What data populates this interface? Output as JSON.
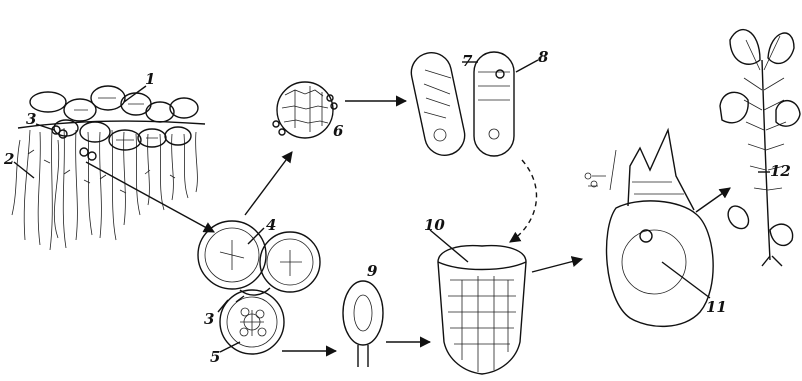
{
  "labels": {
    "l1": "1",
    "l2": "2",
    "l3a": "3",
    "l3b": "3",
    "l4": "4",
    "l5": "5",
    "l6": "6",
    "l7": "7",
    "l8": "8",
    "l9": "9",
    "l10": "10",
    "l11": "11",
    "l12": "12"
  }
}
